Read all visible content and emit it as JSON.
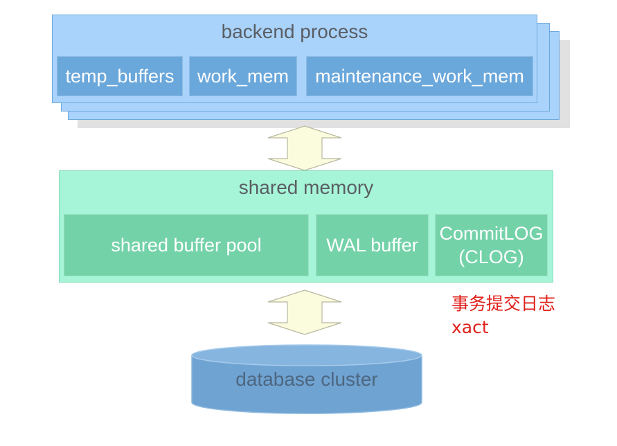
{
  "backend": {
    "title": "backend process",
    "boxes": [
      {
        "label": "temp_buffers"
      },
      {
        "label": "work_mem"
      },
      {
        "label": "maintenance_work_mem"
      }
    ]
  },
  "shared_memory": {
    "title": "shared memory",
    "boxes": [
      {
        "label": "shared buffer pool"
      },
      {
        "label": "WAL buffer"
      },
      {
        "label": "CommitLOG\n(CLOG)"
      }
    ]
  },
  "annotation": {
    "line1": "事务提交日志",
    "line2": "xact"
  },
  "storage": {
    "label": "database cluster"
  },
  "colors": {
    "backend_fill": "#a9d3fa",
    "backend_box": "#6aa7db",
    "shared_fill": "#a7f5d8",
    "shared_box": "#74d2a9",
    "arrow_fill": "#fbfbde",
    "cylinder_fill": "#6fa3d2",
    "annotation": "#e0201b"
  }
}
